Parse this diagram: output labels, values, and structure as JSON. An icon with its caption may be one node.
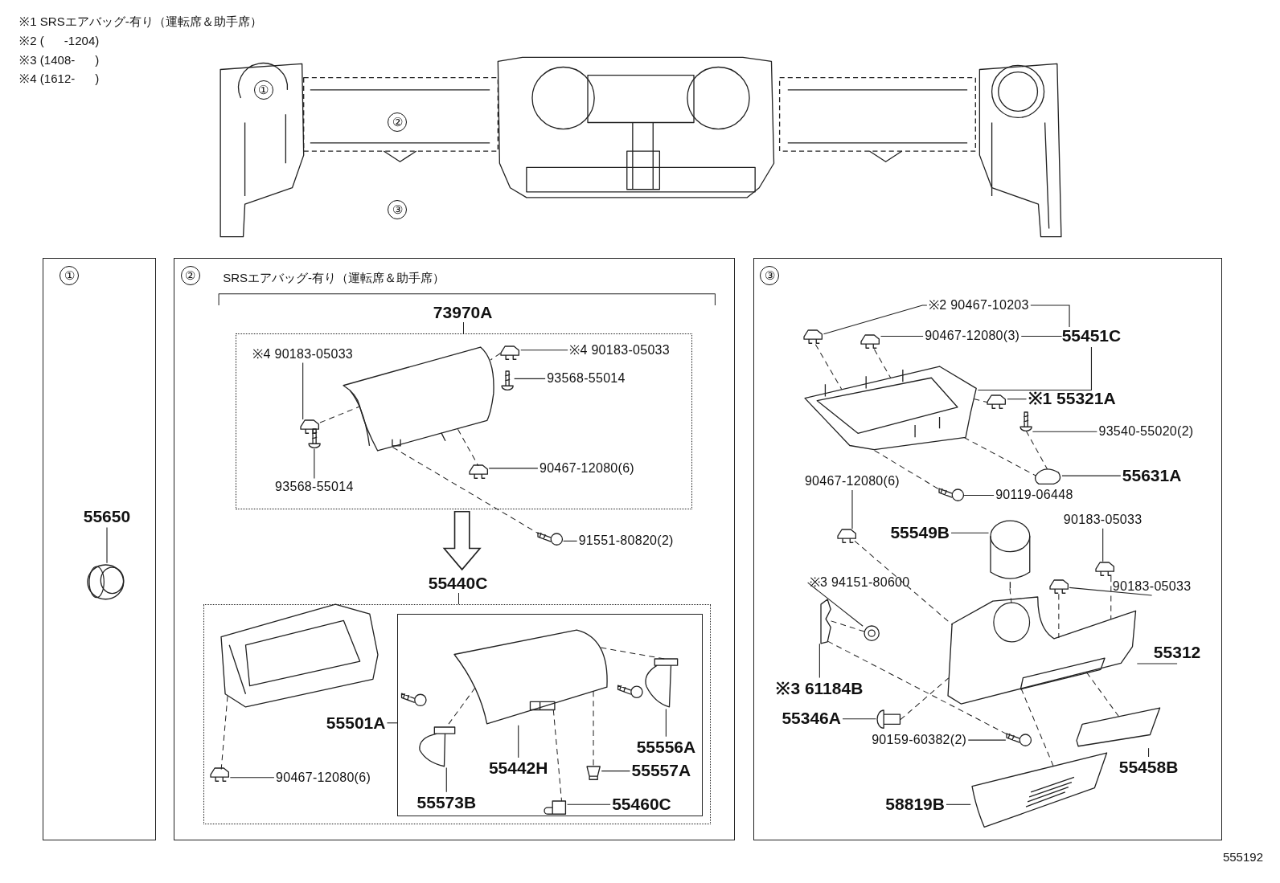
{
  "diagram": {
    "nodes": [
      {
        "text": [
          "①"
        ]
      },
      {
        "text": [
          "55650"
        ],
        "in": 0
      },
      {
        "text": [
          "②",
          "SRSエアバッグ-有り（運転席＆助手席）"
        ]
      },
      {
        "text": [
          "73970A"
        ],
        "in": 2
      },
      {
        "text": [
          "※4 90183-05033"
        ],
        "in": 3
      },
      {
        "text": [
          "※4 90183-05033"
        ],
        "in": 3
      },
      {
        "text": [
          "93568-55014"
        ],
        "in": 3
      },
      {
        "text": [
          "93568-55014"
        ],
        "in": 3
      },
      {
        "text": [
          "90467-12080(6)"
        ],
        "in": 3
      },
      {
        "text": [
          "91551-80820(2)"
        ],
        "in": 2
      },
      {
        "text": [
          "55440C"
        ],
        "in": 2
      },
      {
        "text": [],
        "shape": "box",
        "in": 10
      },
      {
        "text": [
          "55501A"
        ],
        "in": 10
      },
      {
        "text": [
          "90467-12080(6)"
        ],
        "in": 10
      },
      {
        "text": [
          "55573B"
        ],
        "in": 11
      },
      {
        "text": [
          "55442H"
        ],
        "in": 11
      },
      {
        "text": [
          "55556A"
        ],
        "in": 11
      },
      {
        "text": [
          "55557A"
        ],
        "in": 11
      },
      {
        "text": [
          "55460C"
        ],
        "in": 11
      },
      {
        "text": [
          "③"
        ]
      },
      {
        "text": [
          "※2 90467-10203"
        ],
        "in": 19
      },
      {
        "text": [
          "90467-12080(3)"
        ],
        "in": 19
      },
      {
        "text": [
          "55451C"
        ],
        "in": 19
      },
      {
        "text": [
          "※1 55321A"
        ],
        "in": 19
      },
      {
        "text": [
          "93540-55020(2)"
        ],
        "in": 19
      },
      {
        "text": [
          "55631A"
        ],
        "in": 19
      },
      {
        "text": [
          "90467-12080(6)"
        ],
        "in": 19
      },
      {
        "text": [
          "90119-06448"
        ],
        "in": 19
      },
      {
        "text": [
          "55549B"
        ],
        "in": 19
      },
      {
        "text": [
          "90183-05033"
        ],
        "in": 19
      },
      {
        "text": [
          "90183-05033"
        ],
        "in": 19
      },
      {
        "text": [
          "※3 94151-80600"
        ],
        "in": 19
      },
      {
        "text": [
          "55312"
        ],
        "in": 19
      },
      {
        "text": [
          "※3 61184B"
        ],
        "in": 19
      },
      {
        "text": [
          "55346A"
        ],
        "in": 19
      },
      {
        "text": [
          "90159-60382(2)"
        ],
        "in": 19
      },
      {
        "text": [
          "55458B"
        ],
        "in": 19
      },
      {
        "text": [
          "58819B"
        ],
        "in": 19
      },
      {
        "text": [],
        "shape": "picture",
        "in": 0
      },
      {
        "text": [],
        "shape": "picture",
        "in": 3
      },
      {
        "text": [],
        "shape": "picture",
        "in": 3
      },
      {
        "text": [],
        "shape": "picture",
        "in": 3
      },
      {
        "text": [],
        "shape": "picture",
        "in": 3
      },
      {
        "text": [],
        "shape": "picture",
        "in": 3
      },
      {
        "text": [],
        "shape": "picture",
        "in": 2
      },
      {
        "text": [],
        "shape": "picture",
        "in": 10
      },
      {
        "text": [],
        "shape": "picture",
        "in": 11
      },
      {
        "text": [],
        "shape": "picture",
        "in": 11
      },
      {
        "text": [],
        "shape": "picture",
        "in": 11
      },
      {
        "text": [],
        "shape": "picture",
        "in": 11
      },
      {
        "text": [],
        "shape": "picture",
        "in": 11
      },
      {
        "text": [],
        "shape": "picture",
        "in": 19
      },
      {
        "text": [],
        "shape": "picture",
        "in": 19
      },
      {
        "text": [],
        "shape": "picture",
        "in": 19
      },
      {
        "text": [],
        "shape": "picture",
        "in": 19
      },
      {
        "text": [],
        "shape": "picture",
        "in": 19
      },
      {
        "text": [],
        "shape": "picture",
        "in": 19
      },
      {
        "text": [],
        "shape": "picture",
        "in": 19
      },
      {
        "text": [],
        "shape": "picture",
        "in": 19
      },
      {
        "text": [],
        "shape": "picture",
        "in": 19
      },
      {
        "text": [],
        "shape": "picture",
        "in": 19
      },
      {
        "text": [],
        "shape": "picture",
        "in": 19
      },
      {
        "text": [],
        "shape": "picture",
        "in": 19
      },
      {
        "text": [],
        "shape": "picture",
        "in": 19
      },
      {
        "text": [],
        "shape": "picture",
        "in": 19
      },
      {
        "text": [],
        "shape": "picture",
        "in": 19
      },
      {
        "text": [],
        "shape": "picture",
        "in": 19
      },
      {
        "text": [],
        "shape": "picture",
        "in": 19
      },
      {
        "text": [],
        "shape": "picture",
        "in": 19
      },
      {
        "text": [],
        "shape": "picture",
        "in": 3
      },
      {
        "text": [],
        "shape": "picture",
        "in": 10
      }
    ],
    "edges": [
      {
        "from": 1,
        "to": 38,
        "arrow": "none"
      },
      {
        "from": 3,
        "to": 10,
        "arrow": "to",
        "style": "thick"
      },
      {
        "from": 4,
        "to": 39,
        "arrow": "none"
      },
      {
        "from": 5,
        "to": 40,
        "arrow": "none"
      },
      {
        "from": 6,
        "to": 41,
        "arrow": "none"
      },
      {
        "from": 7,
        "to": 42,
        "arrow": "none"
      },
      {
        "from": 8,
        "to": 43,
        "arrow": "none"
      },
      {
        "from": 9,
        "to": 44,
        "arrow": "none"
      },
      {
        "from": 12,
        "to": 11,
        "arrow": "none"
      },
      {
        "from": 13,
        "to": 45,
        "arrow": "none"
      },
      {
        "from": 14,
        "to": 46,
        "arrow": "none"
      },
      {
        "from": 15,
        "to": 47,
        "arrow": "none"
      },
      {
        "from": 16,
        "to": 48,
        "arrow": "none"
      },
      {
        "from": 17,
        "to": 49,
        "arrow": "none"
      },
      {
        "from": 18,
        "to": 50,
        "arrow": "none"
      },
      {
        "from": 20,
        "to": 51,
        "arrow": "none"
      },
      {
        "from": 21,
        "to": 52,
        "arrow": "none"
      },
      {
        "from": 20,
        "to": 22,
        "arrow": "none"
      },
      {
        "from": 21,
        "to": 22,
        "arrow": "none"
      },
      {
        "from": 22,
        "to": 53,
        "arrow": "none"
      },
      {
        "from": 23,
        "to": 54,
        "arrow": "none"
      },
      {
        "from": 24,
        "to": 55,
        "arrow": "none"
      },
      {
        "from": 25,
        "to": 56,
        "arrow": "none"
      },
      {
        "from": 26,
        "to": 57,
        "arrow": "none"
      },
      {
        "from": 27,
        "to": 58,
        "arrow": "none"
      },
      {
        "from": 28,
        "to": 59,
        "arrow": "none"
      },
      {
        "from": 29,
        "to": 60,
        "arrow": "none"
      },
      {
        "from": 30,
        "to": 61,
        "arrow": "none"
      },
      {
        "from": 31,
        "to": 62,
        "arrow": "none"
      },
      {
        "from": 32,
        "to": 63,
        "arrow": "none"
      },
      {
        "from": 33,
        "to": 64,
        "arrow": "none"
      },
      {
        "from": 34,
        "to": 65,
        "arrow": "none"
      },
      {
        "from": 35,
        "to": 66,
        "arrow": "none"
      },
      {
        "from": 36,
        "to": 67,
        "arrow": "none"
      },
      {
        "from": 37,
        "to": 68,
        "arrow": "none"
      },
      {
        "from": 39,
        "to": 69,
        "arrow": "none",
        "style": "dashed"
      },
      {
        "from": 40,
        "to": 69,
        "arrow": "none",
        "style": "dashed"
      },
      {
        "from": 69,
        "to": 44,
        "arrow": "none",
        "style": "dashed"
      },
      {
        "from": 69,
        "to": 43,
        "arrow": "none",
        "style": "dashed"
      },
      {
        "from": 70,
        "to": 45,
        "arrow": "none",
        "style": "dashed"
      },
      {
        "from": 47,
        "to": 46,
        "arrow": "none",
        "style": "dashed"
      },
      {
        "from": 47,
        "to": 48,
        "arrow": "none",
        "style": "dashed"
      },
      {
        "from": 47,
        "to": 49,
        "arrow": "none",
        "style": "dashed"
      },
      {
        "from": 47,
        "to": 50,
        "arrow": "none",
        "style": "dashed"
      },
      {
        "from": 51,
        "to": 53,
        "arrow": "none",
        "style": "dashed"
      },
      {
        "from": 52,
        "to": 53,
        "arrow": "none",
        "style": "dashed"
      },
      {
        "from": 53,
        "to": 54,
        "arrow": "none",
        "style": "dashed"
      },
      {
        "from": 53,
        "to": 56,
        "arrow": "none",
        "style": "dashed"
      },
      {
        "from": 55,
        "to": 56,
        "arrow": "none",
        "style": "dashed"
      },
      {
        "from": 53,
        "to": 58,
        "arrow": "none",
        "style": "dashed"
      },
      {
        "from": 57,
        "to": 63,
        "arrow": "none",
        "style": "dashed"
      },
      {
        "from": 59,
        "to": 63,
        "arrow": "none",
        "style": "dashed"
      },
      {
        "from": 60,
        "to": 63,
        "arrow": "none",
        "style": "dashed"
      },
      {
        "from": 61,
        "to": 63,
        "arrow": "none",
        "style": "dashed"
      },
      {
        "from": 64,
        "to": 62,
        "arrow": "none",
        "style": "dashed"
      },
      {
        "from": 64,
        "to": 66,
        "arrow": "none",
        "style": "dashed"
      },
      {
        "from": 65,
        "to": 63,
        "arrow": "none",
        "style": "dashed"
      },
      {
        "from": 63,
        "to": 67,
        "arrow": "none",
        "style": "dashed"
      },
      {
        "from": 63,
        "to": 68,
        "arrow": "none",
        "style": "dashed"
      }
    ],
    "labels": [
      "※1 SRSエアバッグ-有り（運転席＆助手席）",
      "※2 (      -1204)",
      "※3 (1408-      )",
      "※4 (1612-      )",
      "①",
      "②",
      "③",
      "555192"
    ]
  }
}
